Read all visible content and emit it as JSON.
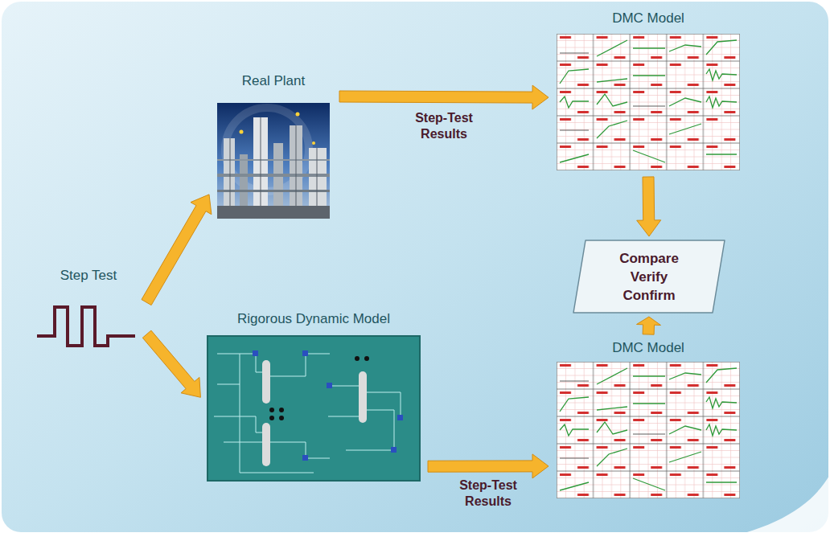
{
  "diagram": {
    "nodes": [
      {
        "text": [
          "Step Test"
        ]
      },
      {
        "text": [
          "Real Plant"
        ]
      },
      {
        "text": [
          "Rigorous Dynamic Model"
        ]
      },
      {
        "text": [
          "DMC Model"
        ]
      },
      {
        "text": [
          "DMC Model"
        ]
      },
      {
        "text": [
          "Compare Verify Confirm"
        ]
      }
    ],
    "edges": [
      {
        "from": 0,
        "to": 1,
        "arrow": "to"
      },
      {
        "from": 0,
        "to": 2,
        "arrow": "to"
      },
      {
        "from": 1,
        "to": 3,
        "label": "Step-Test Results",
        "arrow": "to"
      },
      {
        "from": 2,
        "to": 4,
        "label": "Step-Test Results",
        "arrow": "to"
      },
      {
        "from": 3,
        "to": 5,
        "arrow": "to"
      },
      {
        "from": 4,
        "to": 5,
        "arrow": "to"
      }
    ]
  }
}
